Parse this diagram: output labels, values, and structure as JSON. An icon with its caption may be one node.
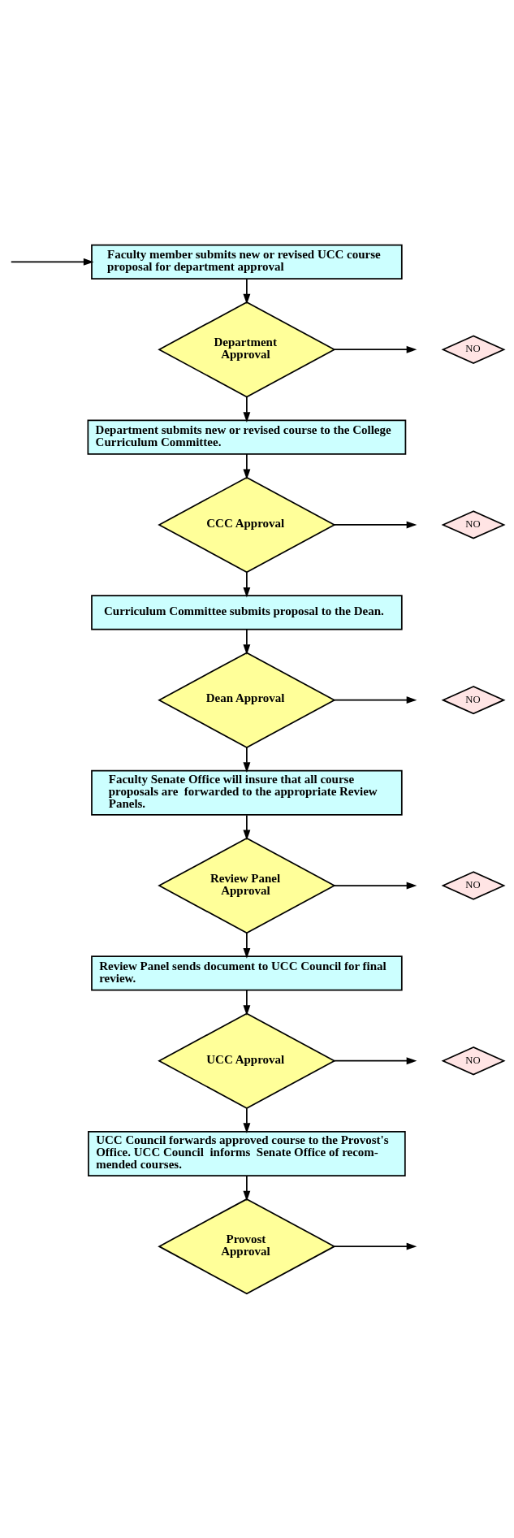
{
  "diagram": {
    "nodes": [
      {
        "text": [
          "Faculty member submits new or revised UCC course proposal for department approval"
        ]
      },
      {
        "text": [
          "Department Approval"
        ]
      },
      {
        "text": [
          "NO"
        ]
      },
      {
        "text": [
          "Department submits new or revised course to the College Curriculum Committee."
        ]
      },
      {
        "text": [
          "CCC Approval"
        ]
      },
      {
        "text": [
          "NO"
        ]
      },
      {
        "text": [
          "Curriculum Committee submits proposal to the Dean."
        ]
      },
      {
        "text": [
          "Dean Approval"
        ]
      },
      {
        "text": [
          "NO"
        ]
      },
      {
        "text": [
          "Faculty Senate Office will insure that all course proposals are  forwarded to the appropriate Review Panels."
        ]
      },
      {
        "text": [
          "Review Panel Approval"
        ]
      },
      {
        "text": [
          "NO"
        ]
      },
      {
        "text": [
          "Review Panel sends document to UCC Council for final review."
        ]
      },
      {
        "text": [
          "UCC Approval"
        ]
      },
      {
        "text": [
          "NO"
        ]
      },
      {
        "text": [
          "UCC Council forwards approved course to the Provost's Office. UCC Council  informs  Senate Office of recom- mended courses."
        ]
      },
      {
        "text": [
          "Provost Approval"
        ]
      }
    ],
    "edges": [
      {
        "from": 0,
        "to": 1,
        "arrow": "to"
      },
      {
        "from": null,
        "to": 0,
        "arrow": "to"
      },
      {
        "from": 1,
        "to": null,
        "arrow": "to"
      },
      {
        "from": 1,
        "to": 3,
        "arrow": "to"
      },
      {
        "from": 3,
        "to": 4,
        "arrow": "to"
      },
      {
        "from": 4,
        "to": null,
        "arrow": "to"
      },
      {
        "from": 4,
        "to": 6,
        "arrow": "to"
      },
      {
        "from": 6,
        "to": 7,
        "arrow": "to"
      },
      {
        "from": 7,
        "to": null,
        "arrow": "to"
      },
      {
        "from": 7,
        "to": 9,
        "arrow": "to"
      },
      {
        "from": 9,
        "to": 10,
        "arrow": "to"
      },
      {
        "from": 10,
        "to": null,
        "arrow": "to"
      },
      {
        "from": 10,
        "to": 12,
        "arrow": "to"
      },
      {
        "from": 12,
        "to": 13,
        "arrow": "to"
      },
      {
        "from": 13,
        "to": null,
        "arrow": "to"
      },
      {
        "from": 13,
        "to": 15,
        "arrow": "to"
      },
      {
        "from": 15,
        "to": 16,
        "arrow": "to"
      },
      {
        "from": 16,
        "to": null,
        "arrow": "to"
      }
    ]
  }
}
